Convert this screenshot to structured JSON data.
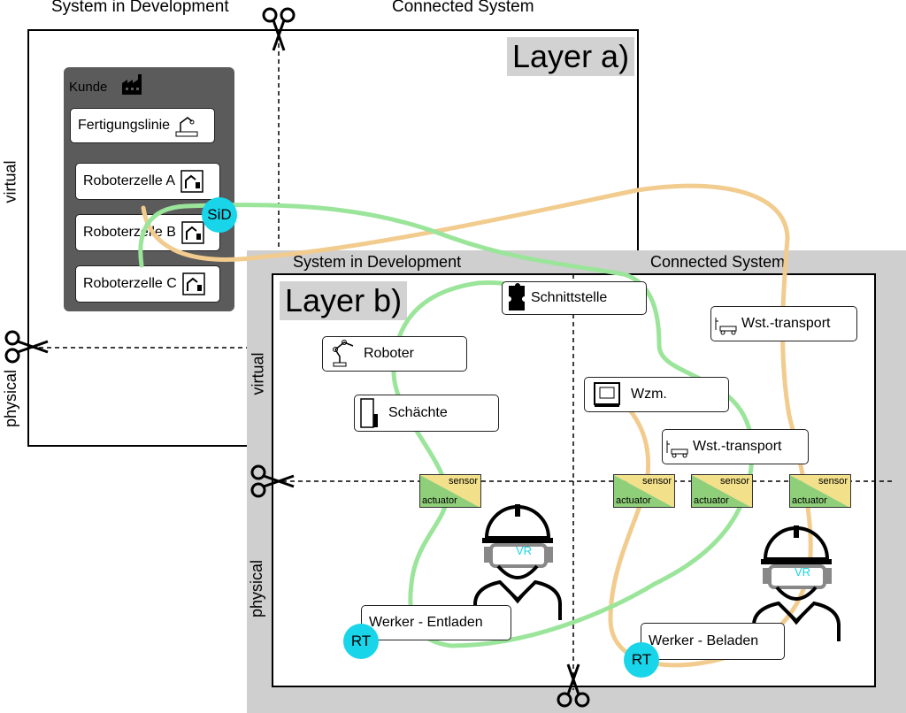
{
  "layer_a": {
    "title": "Layer a)",
    "header_left": "System in Development",
    "header_right": "Connected System",
    "side_top": "virtual",
    "side_bottom": "physical",
    "customer_group": {
      "label": "Kunde",
      "items": [
        {
          "label": "Fertigungslinie",
          "icon": "production-line-icon"
        },
        {
          "label": "Roboterzelle A",
          "icon": "robot-cell-icon"
        },
        {
          "label": "Roboterzelle B",
          "icon": "robot-cell-icon"
        },
        {
          "label": "Roboterzelle C",
          "icon": "robot-cell-icon"
        }
      ]
    },
    "badge": "SiD"
  },
  "layer_b": {
    "title": "Layer b)",
    "header_left": "System in Development",
    "header_right": "Connected System",
    "side_top": "virtual",
    "side_bottom": "physical",
    "nodes": {
      "schnittstelle": "Schnittstelle",
      "roboter": "Roboter",
      "schaechte": "Schächte",
      "wzm": "Wzm.",
      "wst_transport_1": "Wst.-transport",
      "wst_transport_2": "Wst.-transport",
      "werker_entladen": "Werker - Entladen",
      "werker_beladen": "Werker - Beladen"
    },
    "sensor_actuator": {
      "sensor": "sensor",
      "actuator": "actuator"
    },
    "badges": {
      "rt": "RT"
    },
    "vr_label": "VR"
  },
  "colors": {
    "green_loop": "#9be59b",
    "orange_loop": "#f1cc8e",
    "badge": "#19d5ea",
    "panel_dark": "#5b5b5b",
    "layer_b_bg": "#cfcfcf",
    "sa_green": "#8fcf7a",
    "sa_yellow": "#f3e08a"
  }
}
